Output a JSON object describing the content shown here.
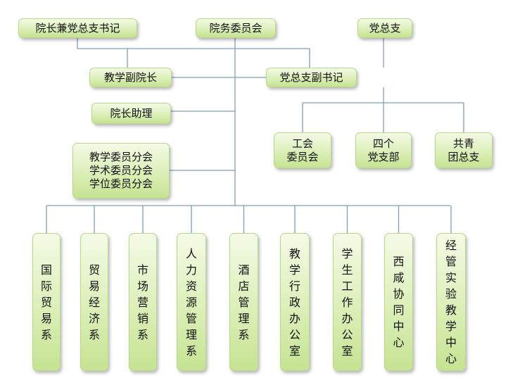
{
  "org": {
    "top": {
      "dean_secretary": "院长兼党总支书记",
      "council": "院务委员会",
      "party_branch": "党总支"
    },
    "vice_dean": "教学副院长",
    "deputy_secretary": "党总支副书记",
    "dean_assistant": "院长助理",
    "committees": "教学委员分会\n学术委员分会\n学位委员分会",
    "party_units": [
      "工会\n委员会",
      "四个\n党支部",
      "共青\n团总支"
    ],
    "departments": [
      "国际贸易系",
      "贸易经济系",
      "市场营销系",
      "人力资源管理系",
      "酒店管理系",
      "教学行政办公室",
      "学生工作办公室",
      "西咸协同中心",
      "经管实验教学中心"
    ]
  }
}
